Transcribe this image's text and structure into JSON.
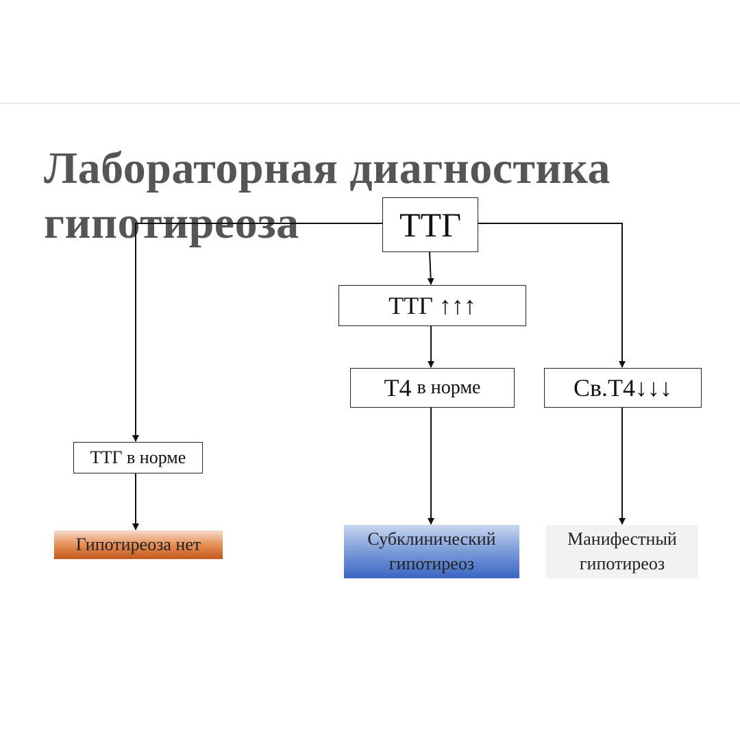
{
  "title": {
    "line1": "Лабораторная диагностика",
    "line2": "гипотиреоза"
  },
  "nodes": {
    "ttg": "ТТГ",
    "ttg_high": "ТТГ ↑↑↑",
    "t4_main": "Т4",
    "t4_suffix": "в норме",
    "free_t4_low": "Св.Т4↓↓↓",
    "ttg_normal": "ТТГ в норме"
  },
  "outcomes": {
    "no_hypothyroidism": "Гипотиреоза нет",
    "subclinical_line1": "Субклинический",
    "subclinical_line2": "гипотиреоз",
    "manifest_line1": "Манифестный",
    "manifest_line2": "гипотиреоз"
  },
  "colors": {
    "title": "#555555",
    "no_hypothyroidism_fill": "#e58f57",
    "subclinical_fill": "#7a9bd8",
    "manifest_fill": "#f2f2f2"
  }
}
